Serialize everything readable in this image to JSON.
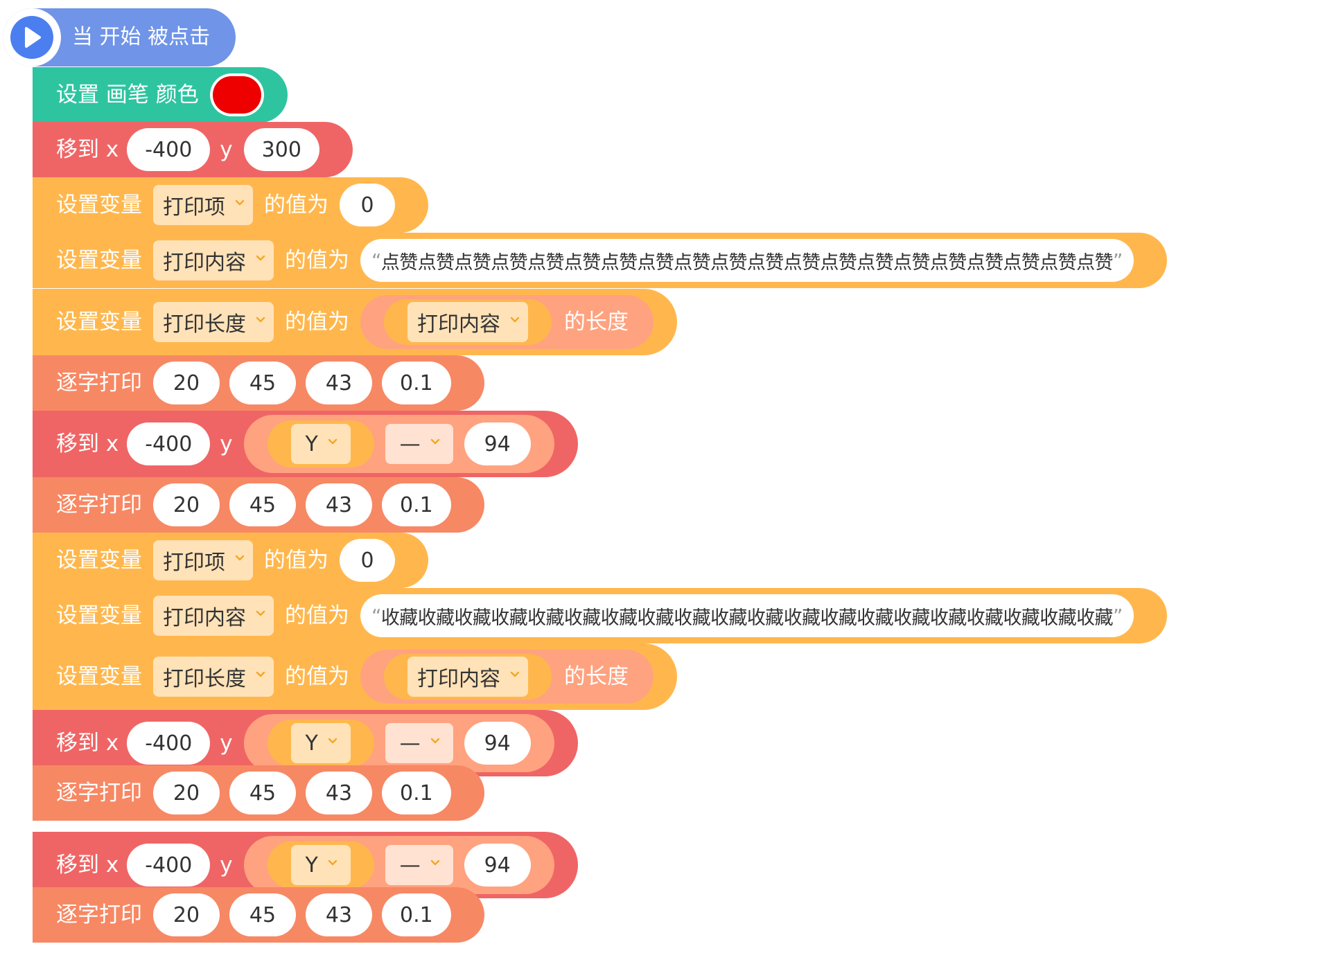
{
  "hat": {
    "label": "当 开始 被点击"
  },
  "blocks": [
    {
      "type": "set_pen_color",
      "label": "设置 画笔 颜色",
      "color": "#ee0000"
    },
    {
      "type": "move_to",
      "label": "移到 x",
      "x": "-400",
      "y_label": "y",
      "y": "300"
    },
    {
      "type": "set_var",
      "label": "设置变量",
      "var": "打印项",
      "op_label": "的值为",
      "value": "0"
    },
    {
      "type": "set_var_text",
      "label": "设置变量",
      "var": "打印内容",
      "op_label": "的值为",
      "open_quote": "“",
      "text": "点赞点赞点赞点赞点赞点赞点赞点赞点赞点赞点赞点赞点赞点赞点赞点赞点赞点赞点赞点赞",
      "close_quote": "”"
    },
    {
      "type": "set_var_len",
      "label": "设置变量",
      "var": "打印长度",
      "op_label": "的值为",
      "len_var": "打印内容",
      "len_label": "的长度"
    },
    {
      "type": "type_print",
      "label": "逐字打印",
      "args": [
        "20",
        "45",
        "43",
        "0.1"
      ]
    },
    {
      "type": "move_to_expr",
      "label": "移到 x",
      "x": "-400",
      "y_label": "y",
      "y_var": "Y",
      "operator": "—",
      "operand": "94"
    },
    {
      "type": "type_print",
      "label": "逐字打印",
      "args": [
        "20",
        "45",
        "43",
        "0.1"
      ]
    },
    {
      "type": "set_var",
      "label": "设置变量",
      "var": "打印项",
      "op_label": "的值为",
      "value": "0"
    },
    {
      "type": "set_var_text",
      "label": "设置变量",
      "var": "打印内容",
      "op_label": "的值为",
      "open_quote": "“",
      "text": "收藏收藏收藏收藏收藏收藏收藏收藏收藏收藏收藏收藏收藏收藏收藏收藏收藏收藏收藏收藏",
      "close_quote": "”"
    },
    {
      "type": "set_var_len",
      "label": "设置变量",
      "var": "打印长度",
      "op_label": "的值为",
      "len_var": "打印内容",
      "len_label": "的长度"
    },
    {
      "type": "move_to_expr",
      "label": "移到 x",
      "x": "-400",
      "y_label": "y",
      "y_var": "Y",
      "operator": "—",
      "operand": "94"
    },
    {
      "type": "type_print",
      "label": "逐字打印",
      "args": [
        "20",
        "45",
        "43",
        "0.1"
      ]
    },
    {
      "type": "move_to_expr",
      "label": "移到 x",
      "x": "-400",
      "y_label": "y",
      "y_var": "Y",
      "operator": "—",
      "operand": "94"
    },
    {
      "type": "type_print",
      "label": "逐字打印",
      "args": [
        "20",
        "45",
        "43",
        "0.1"
      ]
    }
  ],
  "colors": {
    "hat": "#6f94e8",
    "pen": "#2ec4a0",
    "move": "#ef6565",
    "variable": "#ffb74d",
    "type_print": "#f78864",
    "dropdown": "#ffe2b8",
    "expression": "#ffa27f"
  },
  "icons": {
    "hat": "play-icon",
    "dropdown": "chevron-down-icon"
  }
}
